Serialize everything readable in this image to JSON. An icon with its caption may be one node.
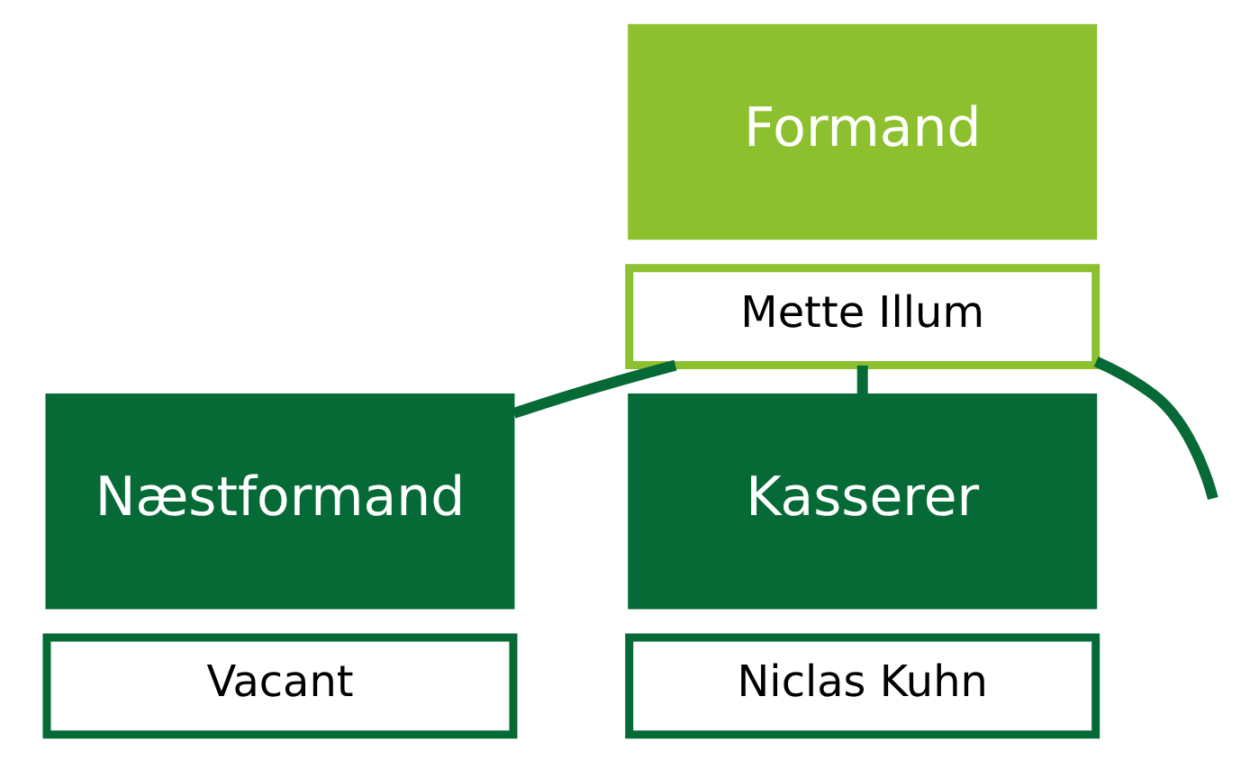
{
  "diagram": {
    "nodes": [
      {
        "text": [
          "Formand"
        ]
      },
      {
        "text": [
          "Mette Illum"
        ]
      },
      {
        "text": [
          "Næstformand"
        ]
      },
      {
        "text": [
          "Vacant"
        ]
      },
      {
        "text": [
          "Kasserer"
        ]
      },
      {
        "text": [
          "Niclas Kuhn"
        ]
      }
    ],
    "edges": [
      {
        "from": 1,
        "to": 2,
        "arrow": "none"
      },
      {
        "from": 1,
        "to": 4,
        "arrow": "none"
      },
      {
        "from": 1,
        "to": null,
        "arrow": "none"
      }
    ]
  }
}
